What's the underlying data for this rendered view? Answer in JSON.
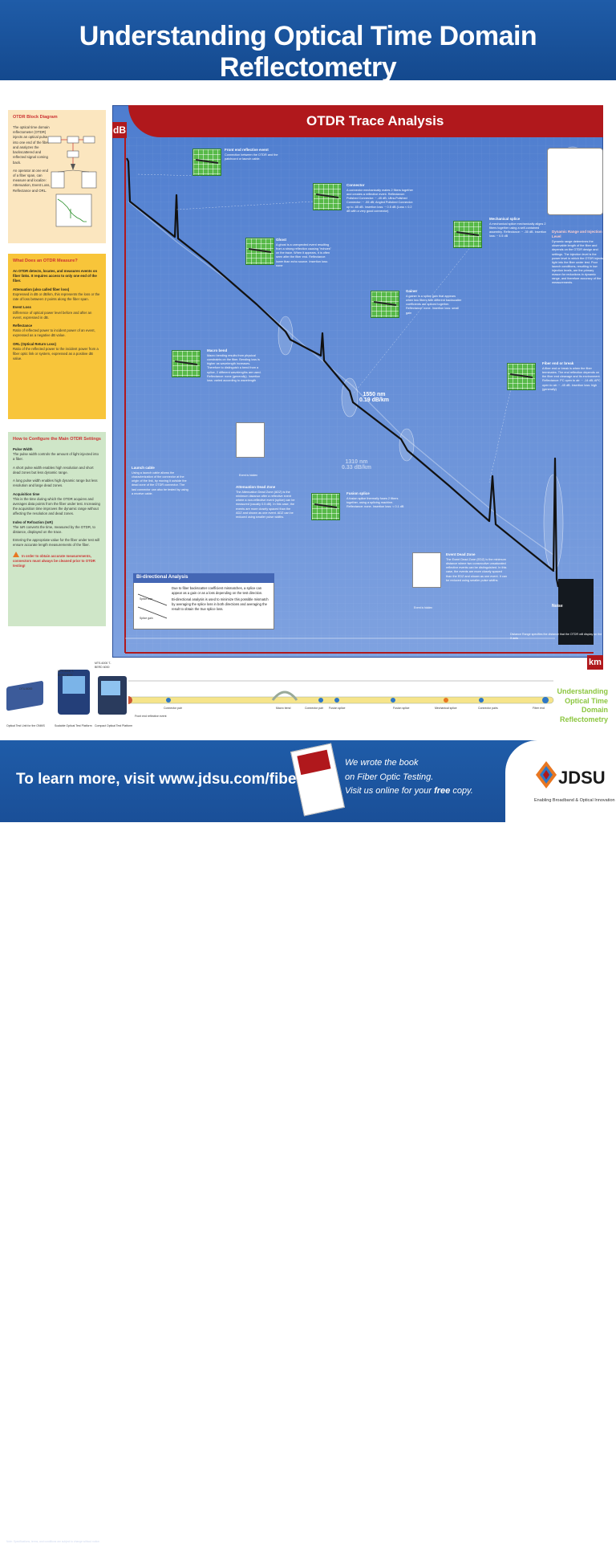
{
  "title": "Understanding Optical Time Domain Reflectometry",
  "sidebar": {
    "block_diagram": {
      "heading": "OTDR Block Diagram",
      "text1": "The optical time domain reflectometer (OTDR) injects an optical pulse into one end of the fiber and analyzes the backscattered and reflected signal coming back.",
      "text2": "An operator at one end of a fiber span, can measure and localize: Attenuation, Event Loss, Reflectance and ORL."
    },
    "measure": {
      "heading": "What Does an OTDR Measure?",
      "intro": "An OTDR detects, locates, and measures events on fiber links. It requires access to only one end of the fiber.",
      "attenuation_title": "Attenuation (also called fiber loss)",
      "attenuation_text": "Expressed in dB or dB/km, this represents the loss or the rate of loss between 2 points along the fiber span.",
      "event_loss_title": "Event Loss",
      "event_loss_text": "Difference of optical power level before and after an event, expressed in dB.",
      "reflectance_title": "Reflectance",
      "reflectance_text": "Ratio of reflected power to incident power of an event, expressed as a negative dB value.",
      "orl_title": "ORL (Optical Return Loss)",
      "orl_text": "Ratio of the reflected power to the incident power from a fiber optic link or system, expressed as a positive dB value."
    },
    "configure": {
      "heading": "How to Configure the Main OTDR Settings",
      "pulse_title": "Pulse Width",
      "pulse_text": "The pulse width controls the amount of light injected into a fiber.",
      "pulse_short": "A short pulse width enables high resolution and short dead zones but less dynamic range.",
      "pulse_long": "A long pulse width enables high dynamic range but less resolution and large dead zones.",
      "acq_title": "Acquisition time",
      "acq_text": "This is the time during which the OTDR acquires and averages data points from the fiber under test. Increasing the acquisition time improves the dynamic range without affecting the resolution and dead zones.",
      "ior_title": "Index of Refraction (IoR)",
      "ior_text": "The IoR converts the time, measured by the OTDR, to distance, displayed on the trace.",
      "ior_text2": "Entering the appropriate value for the fiber under test will ensure accurate length measurements of the fiber.",
      "warning": "In order to obtain accurate measurements, connectors must always be cleaned prior to OTDR testing!"
    }
  },
  "chart": {
    "title": "OTDR Trace Analysis",
    "y_axis": "dB",
    "x_axis": "km",
    "speed1": "1550 nm",
    "speed1b": "0.19 dB/km",
    "speed2": "1310 nm",
    "speed2b": "0.33 dB/km",
    "noise": "Noise",
    "distance_range": "Distance Range specifies the distance that the OTDR will display on the X axis"
  },
  "annotations": {
    "front": {
      "title": "Front end reflective event",
      "text": "Connection between the OTDR and the patchcord or launch cable."
    },
    "connector": {
      "title": "Connector",
      "text": "A connector mechanically mates 2 fibers together and creates a reflective event. Reflectance: Polished Connector: ~ -45 dB; Ultra-Polished Connector: ~ -55 dB; Angled Polished Connector: up to -65 dB. Insertion loss: ~ 0.5 dB (Loss < 0.2 dB with a very good connector)"
    },
    "ghost": {
      "title": "Ghost",
      "text": "A ghost is a unexpected event resulting from a strong reflection causing \"echoes\" on the trace. When it appears, it is often seen after the fiber end. Reflectance: lower than echo source. Insertion loss: none"
    },
    "mechanical": {
      "title": "Mechanical splice",
      "text": "A mechanical splice mechanically aligns 2 fibers together using a self-contained assembly. Reflectance: ~ -35 dB. Insertion loss: ~ 0.5 dB"
    },
    "dynamic": {
      "title": "Dynamic Range and Injection Level",
      "text": "Dynamic range determines the observable length of the fiber and depends on the OTDR design and settings. The injection level is the power level in which the OTDR injects light into the fiber under test. Poor launch conditions, resulting in low injection levels, are the primary reason for reductions in dynamic range, and therefore accuracy of the measurements."
    },
    "gainer": {
      "title": "Gainer",
      "text": "A gainer is a splice gain that appears when two fibers with different backscatter coefficients are spliced together. Reflectance: none. Insertion loss: small gain"
    },
    "macro": {
      "title": "Macro bend",
      "text": "Macro bending results from physical constraints on the fiber. Bending loss is higher as wavelength increases. Therefore to distinguish a bend from a splice, 2 different wavelengths are used. Reflectance: none (generally). Insertion loss: varied according to wavelength"
    },
    "fiber_end": {
      "title": "Fiber end or break",
      "text": "A fiber end or break is when the fiber terminates. The end reflection depends on the fiber end cleavage and its environment. Reflectance: PC open to air: ~ -14 dB; APC open to air: ~ -45 dB. Insertion loss: high (generally)"
    },
    "launch": {
      "title": "Launch cable",
      "text": "Using a launch cable allows the characterization of the connector at the origin of the link, by moving it outside the dead zone of the OTDR connector. The last connector can also be tested by using a receive cable."
    },
    "adz": {
      "title": "Attenuation Dead Zone",
      "text": "The Attenuation Dead Zone (ADZ) is the minimum distance after a reflective event where a non-reflective event (splice) can be measured (usually 0.5 dB). In this case, the events are more closely spaced than the ADZ and shown as one event. ADZ can be reduced using smaller pulse widths."
    },
    "fusion": {
      "title": "Fusion splice",
      "text": "A fusion splice thermally fuses 2 fibers together, using a splicing machine. Reflectance: none. Insertion loss: < 0.1 dB"
    },
    "edz": {
      "title": "Event Dead Zone",
      "text": "The Event Dead Zone (EDZ) is the minimum distance where two consecutive unsaturated reflective events can be distinguished. In this case, the events are more closely spaced than the EDZ and shown as one event. It can be reduced using smaller pulse widths."
    },
    "event_hidden": "Event is hidden",
    "bidir_title": "Bi-directional Analysis",
    "bidir_text1": "Due to fiber backscatter coefficient mismatches, a splice can appear as a gain or as a loss depending on the test direction.",
    "bidir_text2": "Bi-directional analysis is used to minimize this possible mismatch by averaging the splice loss in both directions and averaging the result to obtain the true splice loss.",
    "splice_loss": "Splice loss",
    "splice_gain": "Splice gain"
  },
  "devices": [
    {
      "name": "OTU-8000",
      "desc": "Optical Test Unit for the ONMS"
    },
    {
      "name": "MTS-8000 T-BERD 8000",
      "desc": "Scalable Optical Test Platform"
    },
    {
      "name": "MTS-6000 T-BERD 6000",
      "desc": "Compact Optical Test Platform"
    }
  ],
  "fiber_labels": [
    "Front end reflective event",
    "Connector pair",
    "Macro bend",
    "Connector pair",
    "Fusion splice",
    "Fusion splice",
    "Mechanical splice",
    "Connector pairs",
    "Fiber end"
  ],
  "understand_title": [
    "Understanding",
    "Optical Time",
    "Domain Reflectometry"
  ],
  "footer": {
    "visit": "To learn more, visit www.jdsu.com/fibertest",
    "book1": "We wrote the book",
    "book2": "on Fiber Optic Testing.",
    "book3a": "Visit us online for your ",
    "book3b": "free",
    "book3c": " copy.",
    "logo": "JDSU",
    "tagline": "Enabling Broadband & Optical Innovation",
    "fine": "Note: Specifications, terms, and conditions are subject to change without notice."
  },
  "colors": {
    "blue": "#1f5ca8",
    "red": "#b0181c",
    "green": "#57b948",
    "yellow": "#f8c53a"
  }
}
